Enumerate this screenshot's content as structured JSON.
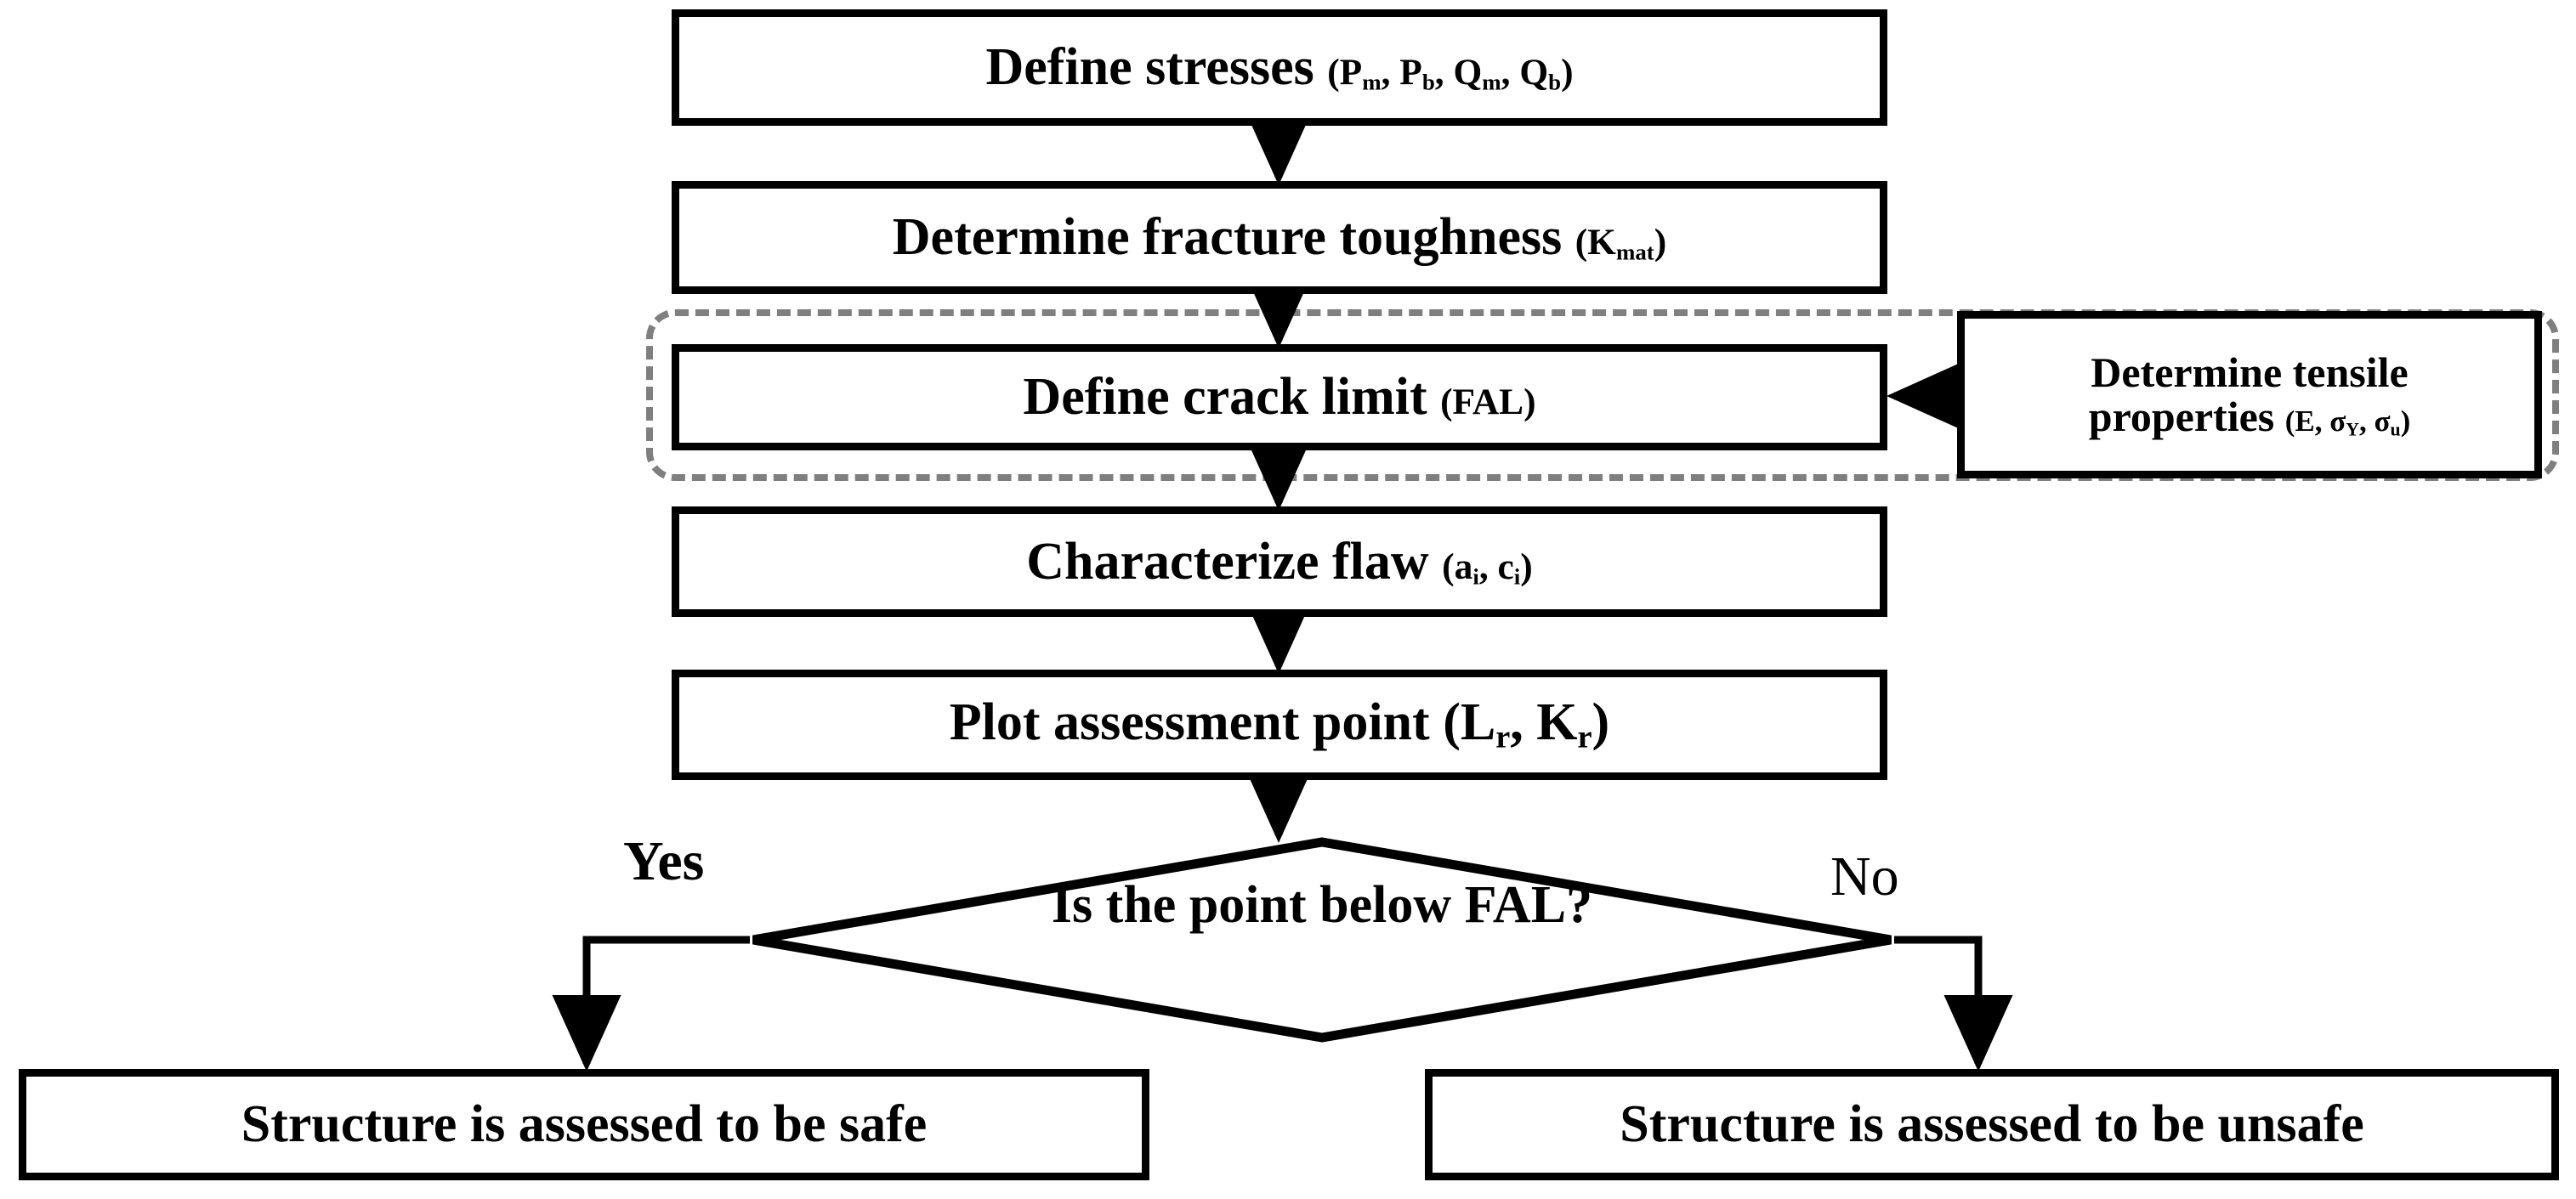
{
  "diagram": {
    "title": "Fracture assessment (FAD) procedure flowchart",
    "colors": {
      "node_border": "#000000",
      "node_fill": "#ffffff",
      "group_border": "#7f7f7f",
      "connector": "#000000",
      "text": "#000000"
    }
  },
  "nodes": {
    "define_stresses": {
      "main": "Define stresses",
      "detail_open": "(P",
      "detail_sub1": "m",
      "detail_mid1": ", P",
      "detail_sub2": "b",
      "detail_mid2": ", Q",
      "detail_sub3": "m",
      "detail_mid3": ", Q",
      "detail_sub4": "b",
      "detail_close": ")",
      "full_text": "Define stresses (Pm, Pb, Qm, Qb)"
    },
    "fracture_toughness": {
      "main": "Determine fracture toughness",
      "detail_open": "(K",
      "detail_sub1": "mat",
      "detail_close": ")",
      "full_text": "Determine fracture toughness (Kmat)"
    },
    "crack_limit": {
      "main": "Define crack limit",
      "detail": "(FAL)",
      "full_text": "Define crack limit (FAL)"
    },
    "characterize_flaw": {
      "main": "Characterize flaw",
      "detail_open": "(a",
      "detail_sub1": "i",
      "detail_mid1": ", c",
      "detail_sub2": "i",
      "detail_close": ")",
      "full_text": "Characterize flaw (ai, ci)"
    },
    "plot_point": {
      "main": "Plot assessment point",
      "detail_open": "(L",
      "detail_sub1": "r",
      "detail_mid1": ", K",
      "detail_sub2": "r",
      "detail_close": ")",
      "full_text": "Plot assessment point (Lr, Kr)"
    },
    "tensile_properties": {
      "line1": "Determine tensile",
      "line2_main": "properties",
      "line2_open": "(E, σ",
      "line2_sub1": "Y",
      "line2_mid": ", σ",
      "line2_sub2": "u",
      "line2_close": ")",
      "full_text": "Determine tensile properties (E, σY, σu)"
    },
    "decision": {
      "question": "Is the point below FAL?"
    },
    "outcome_safe": {
      "text": "Structure is assessed to be safe"
    },
    "outcome_unsafe": {
      "text": "Structure is assessed to be unsafe"
    }
  },
  "branches": {
    "yes_label": "Yes",
    "no_label": "No"
  }
}
